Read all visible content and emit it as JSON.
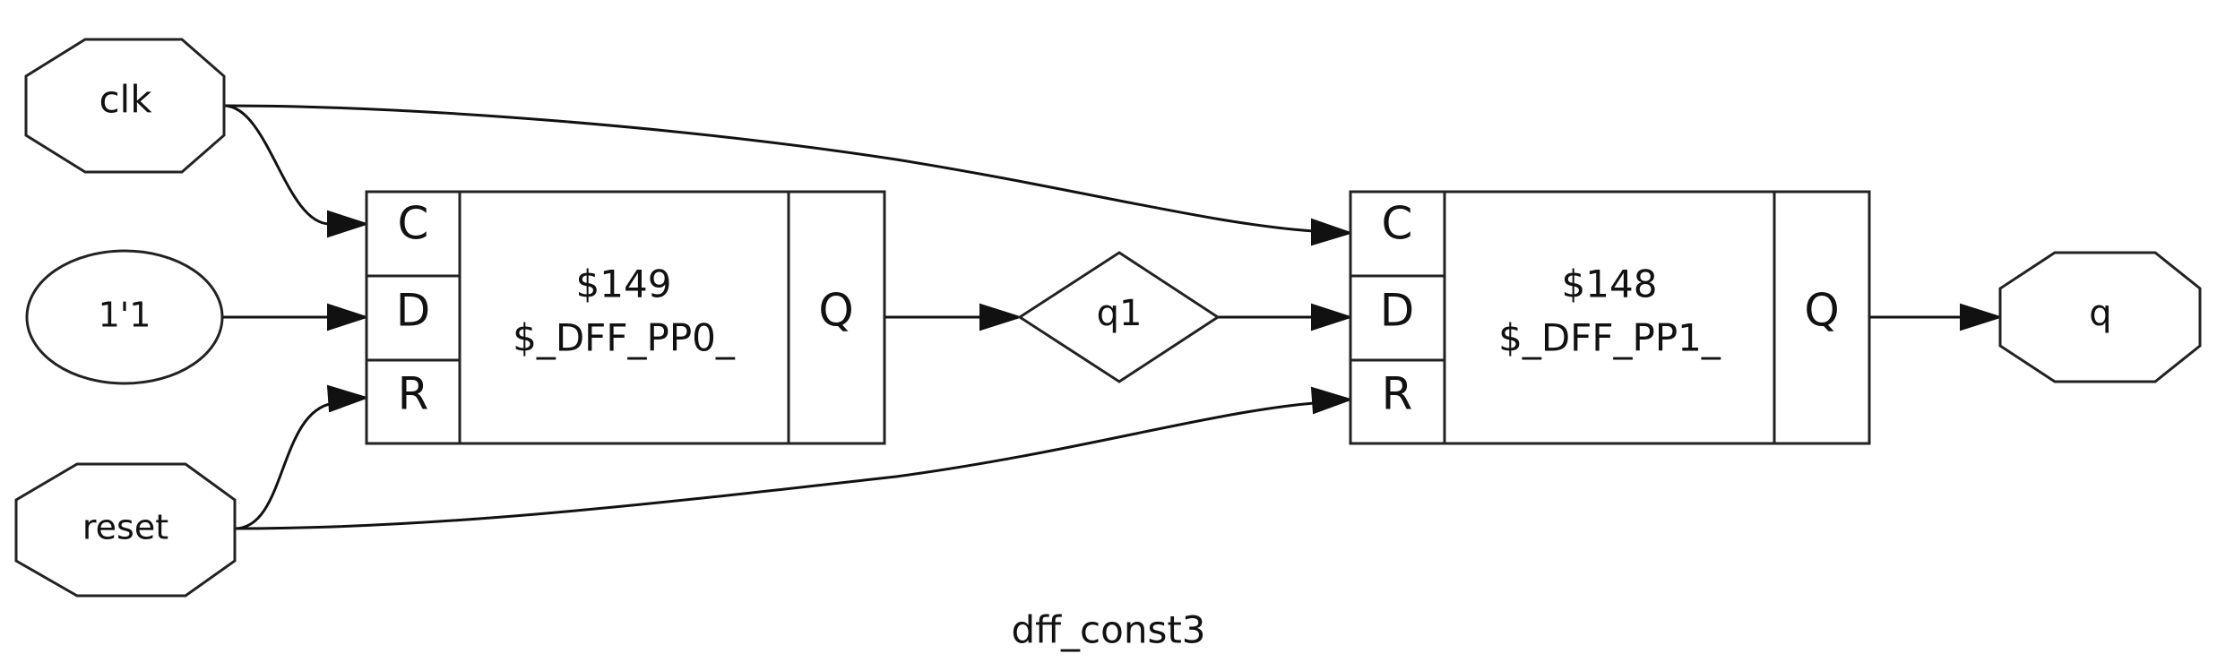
{
  "graph": {
    "title": "dff_const3",
    "ports": {
      "clk": "clk",
      "reset": "reset",
      "q": "q"
    },
    "constant": "1'1",
    "wire": "q1",
    "cells": [
      {
        "id": "$149",
        "type": "$_DFF_PP0_",
        "inputs": [
          "C",
          "D",
          "R"
        ],
        "output": "Q"
      },
      {
        "id": "$148",
        "type": "$_DFF_PP1_",
        "inputs": [
          "C",
          "D",
          "R"
        ],
        "output": "Q"
      }
    ]
  }
}
